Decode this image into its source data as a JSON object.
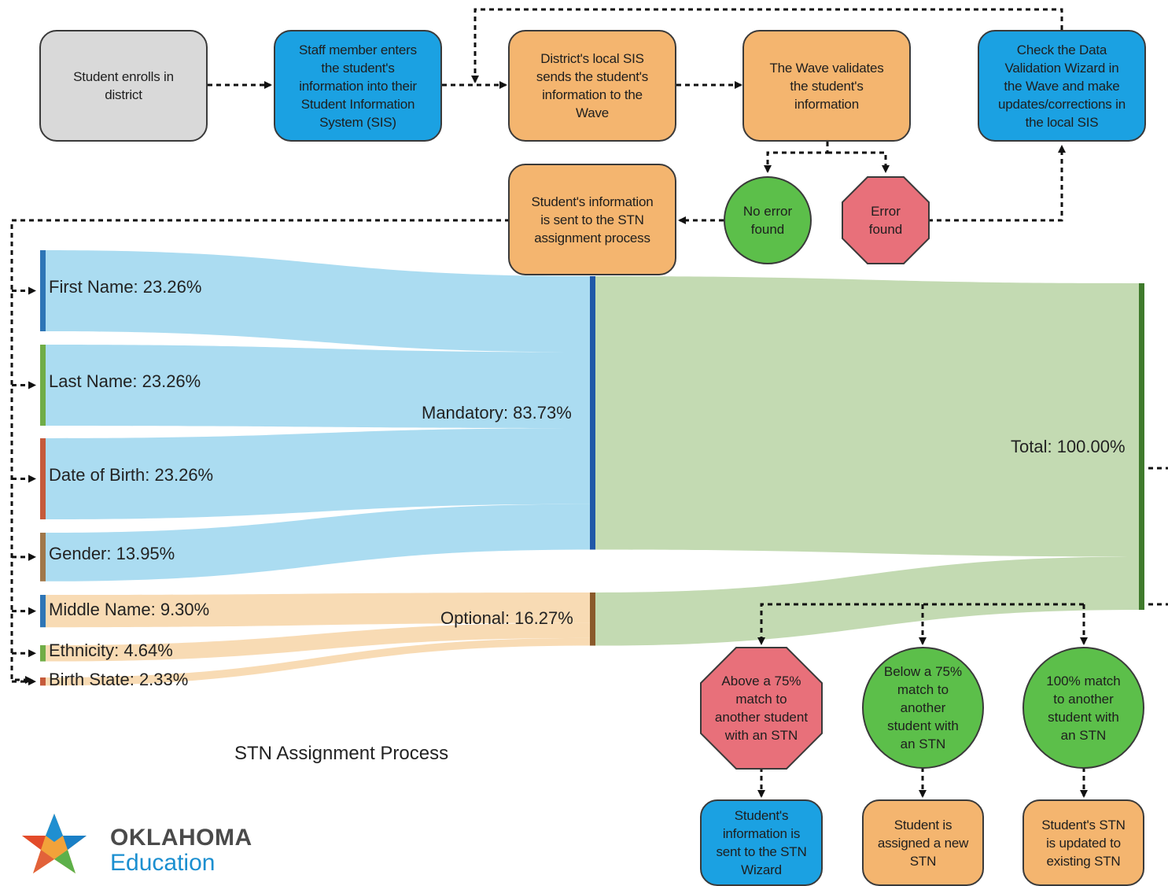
{
  "flow": {
    "enroll": "Student enrolls in\ndistrict",
    "staff": "Staff member enters\nthe student's\ninformation into their\nStudent Information\nSystem (SIS)",
    "sends": "District's local SIS\nsends the student's\ninformation to the\nWave",
    "validates": "The Wave validates\nthe student's\ninformation",
    "check": "Check the Data\nValidation Wizard in\nthe Wave and make\nupdates/corrections in\nthe local SIS",
    "sent_stn": "Student's information\nis sent to the STN\nassignment process",
    "no_error": "No error\nfound",
    "error": "Error\nfound",
    "above75": "Above a 75%\nmatch to\nanother student\nwith an STN",
    "below75": "Below a 75%\nmatch to\nanother\nstudent with\nan STN",
    "match100": "100% match\nto another\nstudent with\nan STN",
    "wizard": "Student's\ninformation is\nsent to the STN\nWizard",
    "new_stn": "Student is\nassigned a new\nSTN",
    "updated_stn": "Student's STN\nis updated to\nexisting STN"
  },
  "sankey_title": "STN Assignment Process",
  "logo": {
    "line1": "OKLAHOMA",
    "line2": "Education"
  },
  "chart_data": {
    "type": "sankey",
    "title": "STN Assignment Process",
    "nodes": [
      {
        "name": "First Name",
        "label": "First Name: 23.26%",
        "value": 23.26,
        "group": "Mandatory",
        "color": "#2e75b6"
      },
      {
        "name": "Last Name",
        "label": "Last Name: 23.26%",
        "value": 23.26,
        "group": "Mandatory",
        "color": "#70ad47"
      },
      {
        "name": "Date of Birth",
        "label": "Date of Birth: 23.26%",
        "value": 23.26,
        "group": "Mandatory",
        "color": "#c55a3b"
      },
      {
        "name": "Gender",
        "label": "Gender: 13.95%",
        "value": 13.95,
        "group": "Mandatory",
        "color": "#a0774a"
      },
      {
        "name": "Middle Name",
        "label": "Middle Name: 9.30%",
        "value": 9.3,
        "group": "Optional",
        "color": "#2e75b6"
      },
      {
        "name": "Ethnicity",
        "label": "Ethnicity: 4.64%",
        "value": 4.64,
        "group": "Optional",
        "color": "#70ad47"
      },
      {
        "name": "Birth State",
        "label": "Birth State: 2.33%",
        "value": 2.33,
        "group": "Optional",
        "color": "#c55a3b"
      }
    ],
    "groups": [
      {
        "name": "Mandatory",
        "label": "Mandatory: 83.73%",
        "value": 83.73,
        "color": "#2058a8",
        "flow_color": "#a6daf0"
      },
      {
        "name": "Optional",
        "label": "Optional: 16.27%",
        "value": 16.27,
        "color": "#8a5a2b",
        "flow_color": "#f8d9b0"
      }
    ],
    "total": {
      "label": "Total: 100.00%",
      "value": 100.0,
      "color": "#3f7a2c",
      "flow_color": "#c3dab2"
    }
  }
}
